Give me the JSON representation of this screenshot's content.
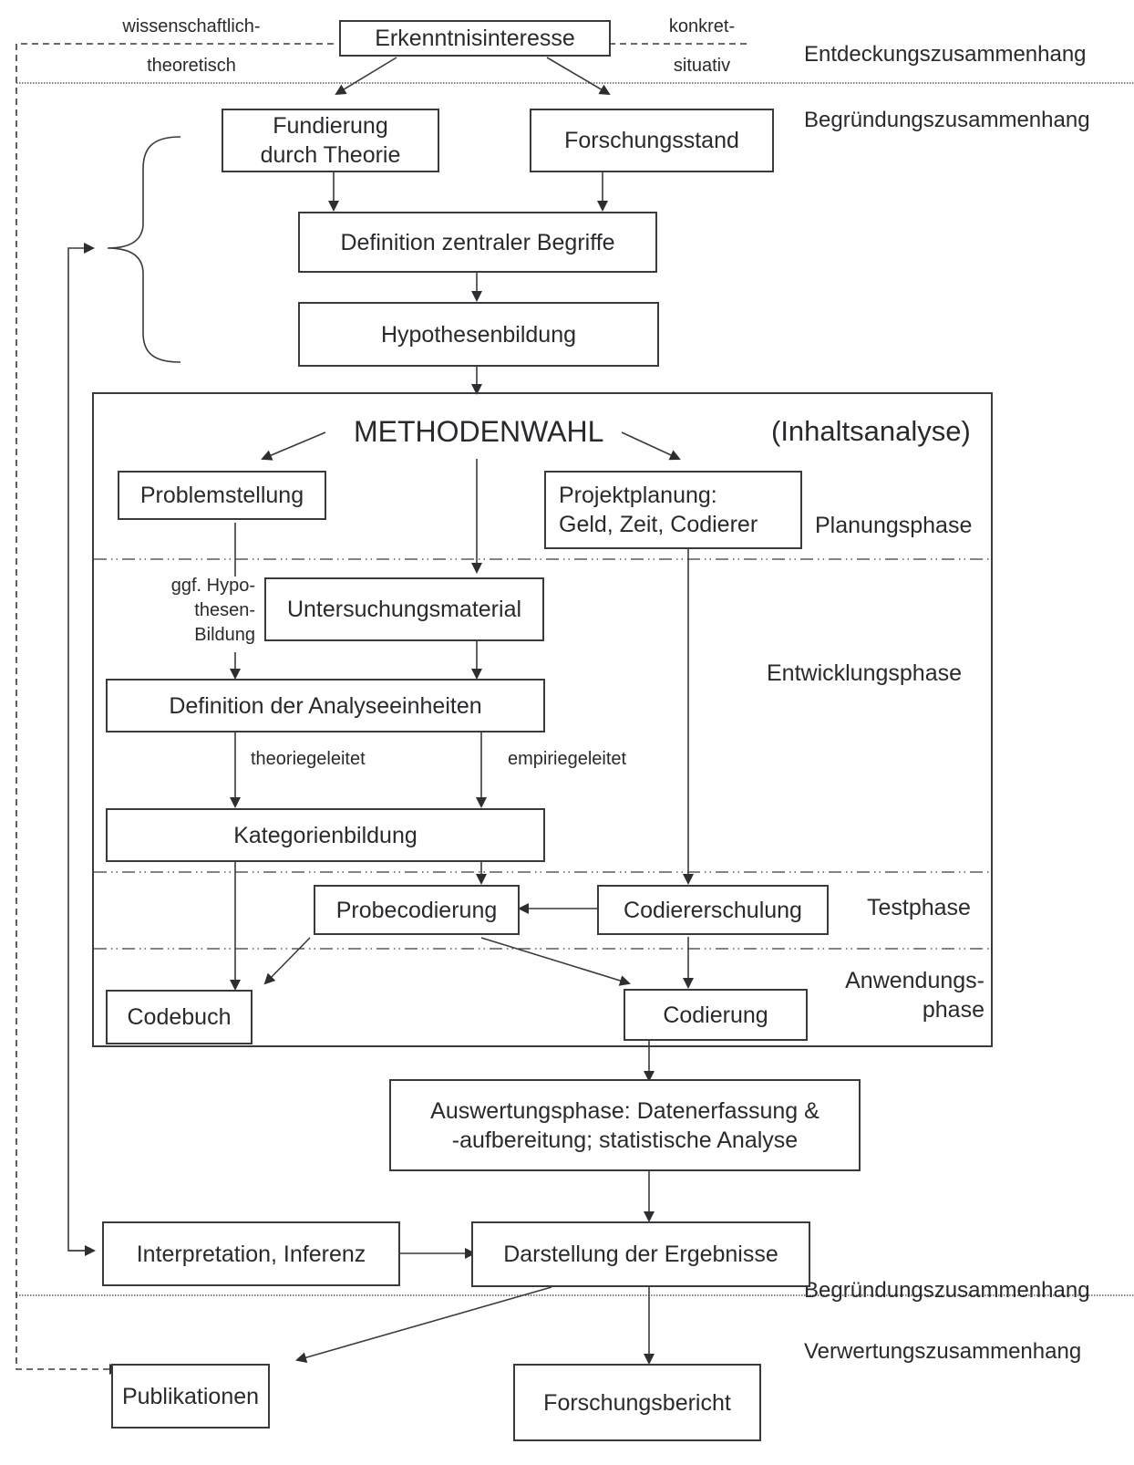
{
  "diagram": {
    "title_box": "Erkenntnisinteresse",
    "side_labels": {
      "left_top": "wissenschaftlich-",
      "left_bottom": "theoretisch",
      "right_top": "konkret-",
      "right_bottom": "situativ"
    },
    "contexts": {
      "discovery": "Entdeckungszusammenhang",
      "justification_top": "Begründungszusammenhang",
      "justification_bottom": "Begründungszusammenhang",
      "utilization": "Verwertungszusammenhang"
    },
    "boxes": {
      "fundierung": "Fundierung\ndurch Theorie",
      "forschungsstand": "Forschungsstand",
      "definition_begriffe": "Definition zentraler Begriffe",
      "hypothesenbildung": "Hypothesenbildung",
      "problemstellung": "Problemstellung",
      "projektplanung": "Projektplanung:\nGeld, Zeit, Codierer",
      "untersuchungsmaterial": "Untersuchungsmaterial",
      "analyseeinheiten": "Definition der Analyseeinheiten",
      "kategorienbildung": "Kategorienbildung",
      "probecodierung": "Probecodierung",
      "codiererschulung": "Codiererschulung",
      "codebuch": "Codebuch",
      "codierung": "Codierung",
      "auswertung": "Auswertungsphase: Datenerfassung &\n-aufbereitung; statistische Analyse",
      "interpretation": "Interpretation, Inferenz",
      "darstellung": "Darstellung der Ergebnisse",
      "publikationen": "Publikationen",
      "forschungsbericht": "Forschungsbericht"
    },
    "method_frame": {
      "heading": "METHODENWAHL",
      "subheading": "(Inhaltsanalyse)"
    },
    "phases": {
      "planning": "Planungsphase",
      "development": "Entwicklungsphase",
      "test": "Testphase",
      "application": "Anwendungs-\nphase"
    },
    "edge_labels": {
      "hypothesis_optional": "ggf. Hypo-\nthesen-\nBildung",
      "theory_led": "theoriegeleitet",
      "empirical_led": "empiriegeleitet"
    },
    "colors": {
      "line": "#3a3a3e",
      "text": "#2a2a2e",
      "background": "#ffffff"
    }
  }
}
